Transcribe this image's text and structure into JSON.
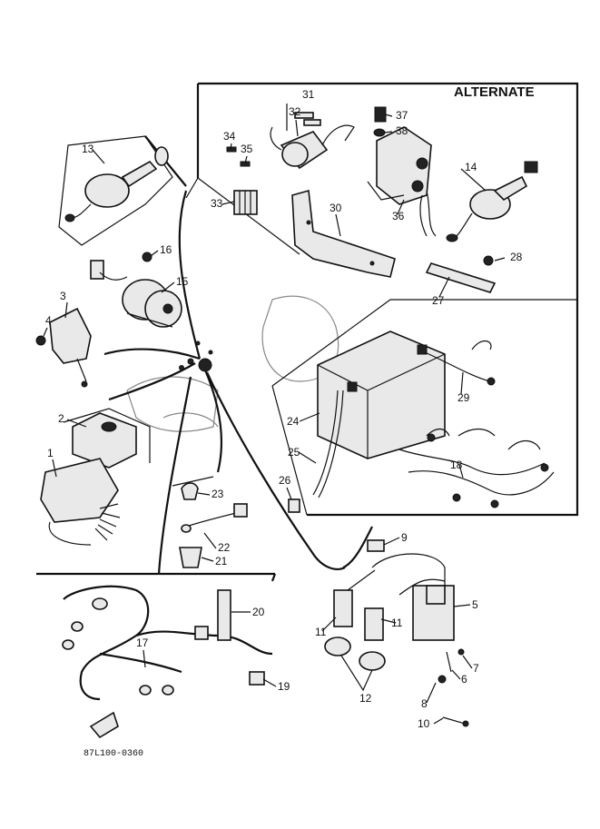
{
  "diagram": {
    "alternate_label": "ALTERNATE",
    "drawing_code": "87L100-0360",
    "callouts": {
      "p1": "1",
      "p2": "2",
      "p3": "3",
      "p4": "4",
      "p5": "5",
      "p6": "6",
      "p7": "7",
      "p8": "8",
      "p9": "9",
      "p10": "10",
      "p11a": "11",
      "p11b": "11",
      "p12": "12",
      "p13": "13",
      "p14": "14",
      "p15": "15",
      "p16": "16",
      "p17": "17",
      "p18": "18",
      "p19": "19",
      "p20": "20",
      "p21": "21",
      "p22": "22",
      "p23": "23",
      "p24": "24",
      "p25": "25",
      "p26": "26",
      "p27": "27",
      "p28": "28",
      "p29": "29",
      "p30": "30",
      "p31": "31",
      "p32": "32",
      "p33": "33",
      "p34": "34",
      "p35": "35",
      "p36": "36",
      "p37": "37",
      "p38": "38"
    }
  }
}
